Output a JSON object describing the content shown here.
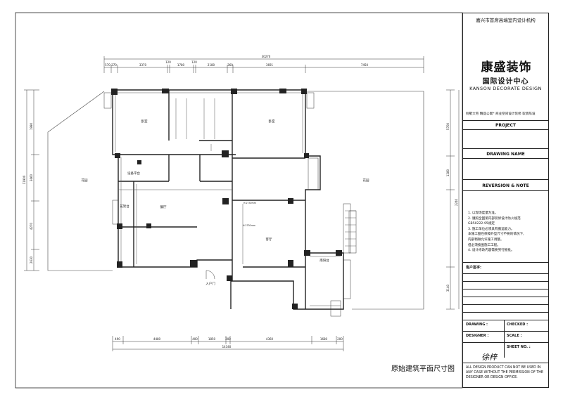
{
  "drawing": {
    "title": "原始建筑平面尺寸图",
    "top_dims": {
      "total": "30270",
      "segments": [
        "570",
        "370",
        "3370",
        "120",
        "1780",
        "120",
        "2180",
        "360",
        "3691",
        "7450"
      ]
    },
    "bottom_dims": {
      "total": "14340",
      "segments": [
        "490",
        "4480",
        "400",
        "1850",
        "200",
        "4360",
        "1680",
        "200"
      ]
    },
    "left_dims": [
      "1990",
      "3660",
      "11900",
      "4270",
      "2630"
    ],
    "right_dims": [
      "5700",
      "1280",
      "2240",
      "3140"
    ],
    "rooms": {
      "bedroom1": "卧室",
      "bedroom2": "卧室",
      "equipment": "设备平台",
      "flower_stand": "花架台",
      "dining": "餐厅",
      "living": "客厅",
      "south_balcony": "南阳台",
      "garden_left": "花园",
      "garden_right": "花园",
      "entrance": "入户门"
    },
    "level_marks": [
      "H:2730mm",
      "H:2730mm"
    ]
  },
  "title_block": {
    "org": "嘉兴市首席高端室内设计机构",
    "logo": "康盛装饰",
    "logo_sub": "国际设计中心",
    "logo_en": "KANSON DECORATE DESIGN",
    "partners": "别墅大宅   精品公寓*   商业空间设计装修   软装陈设",
    "project_label": "PROJECT",
    "drawing_name_label": "DRAWING NAME",
    "revision_label": "REVERSION & NOTE",
    "notes": [
      "1. 以现场度量为准。",
      "2. 遵照全国第内部装修设计防火规范",
      "   GB50222-95规定",
      "3. 施工单位必须具有搬运能力。",
      "   本施工图在保障外型尺寸不要的情况下,",
      "   内部稍微允许施工调整。",
      "   但必须按图施工工程。",
      "4. 设计修改内容需要另行报批。"
    ],
    "client_label": "客户签字:",
    "drawing_label": "DRAWING :",
    "checked_label": "CHECKED :",
    "designer_label": "DESIGNER :",
    "scale_label": "SCALE :",
    "sheet_label": "SHEET NO. :",
    "signature": "徐梓",
    "disclaimer": [
      "ALL DESIGN PRODUCT CAN NOT BE USED IN",
      "ANY CASE WITHOUT THE PERMISSION OF THE",
      "DESIGNER OR DESIGN OFFICE."
    ]
  }
}
